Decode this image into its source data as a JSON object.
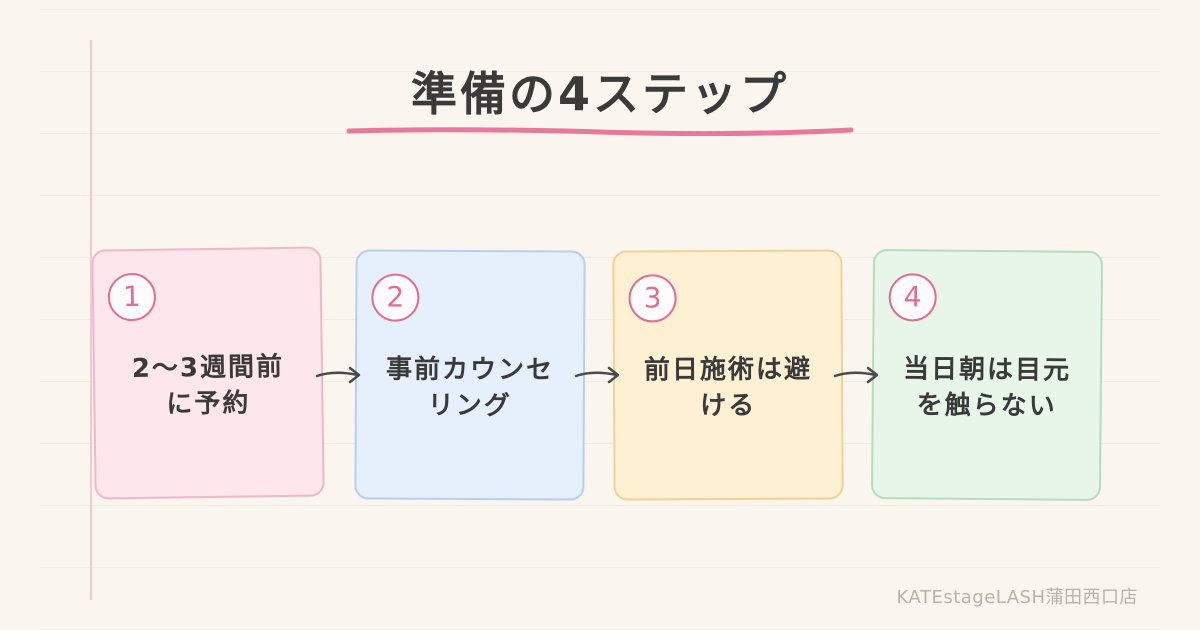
{
  "title": "準備の4ステップ",
  "colors": {
    "background": "#faf6ef",
    "accent": "#e06d92",
    "underline": "#e57a9c",
    "text": "#3a3a3a"
  },
  "steps": [
    {
      "number": "1",
      "line1": "2〜3週間前",
      "line2": "に予約",
      "color": "#fde6ec"
    },
    {
      "number": "2",
      "line1": "事前カウンセ",
      "line2": "リング",
      "color": "#e6f0fd"
    },
    {
      "number": "3",
      "line1": "前日施術は避",
      "line2": "ける",
      "color": "#fdf0d3"
    },
    {
      "number": "4",
      "line1": "当日朝は目元",
      "line2": "を触らない",
      "color": "#e8f6ea"
    }
  ],
  "footer": "KATEstageLASH蒲田西口店"
}
